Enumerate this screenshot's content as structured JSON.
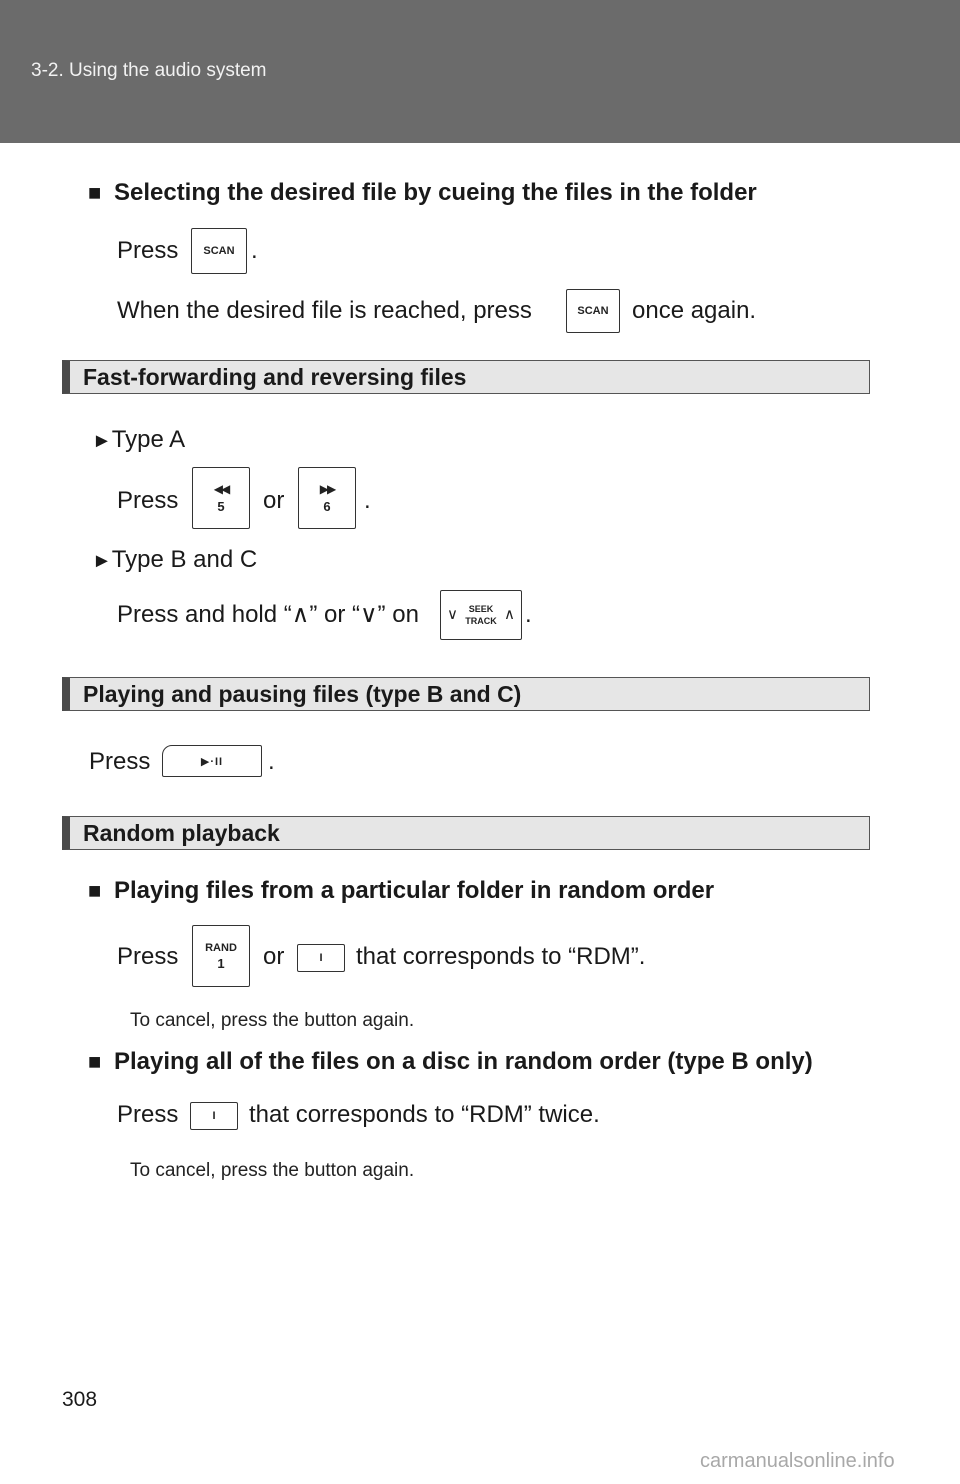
{
  "header": {
    "section": "3-2. Using the audio system"
  },
  "sub1": {
    "title": "Selecting the desired file by cueing the files in the folder",
    "line1_pre": "Press",
    "line1_post": ".",
    "line2_pre": "When the desired file is reached, press",
    "line2_post": "once again."
  },
  "sec1": {
    "title": "Fast-forwarding and reversing files",
    "typeA": "Type A",
    "typeA_pre": "Press",
    "typeA_or": "or",
    "typeA_post": ".",
    "typeBC": "Type B and C",
    "typeBC_text": "Press and hold “∧” or “∨” on",
    "typeBC_post": "."
  },
  "sec2": {
    "title": "Playing and pausing files (type B and C)",
    "pre": "Press",
    "post": "."
  },
  "sec3": {
    "title": "Random playback",
    "sub1_title": "Playing files from a particular folder in random order",
    "sub1_pre": "Press",
    "sub1_or": "or",
    "sub1_post": "that corresponds to “RDM”.",
    "sub1_note": "To cancel, press the button again.",
    "sub2_title": "Playing all of the files on a disc in random order (type B only)",
    "sub2_pre": "Press",
    "sub2_post": "that corresponds to “RDM” twice.",
    "sub2_note": "To cancel, press the button again."
  },
  "buttons": {
    "scan": "SCAN",
    "rew_num": "5",
    "ff_num": "6",
    "seek_top": "SEEK",
    "seek_bottom": "TRACK",
    "rand_top": "RAND",
    "rand_bottom": "1",
    "soft": "I"
  },
  "page_number": "308",
  "watermark": "carmanualsonline.info",
  "colors": {
    "header_bg": "#6b6b6b",
    "bar_bg": "#e6e6e6"
  }
}
